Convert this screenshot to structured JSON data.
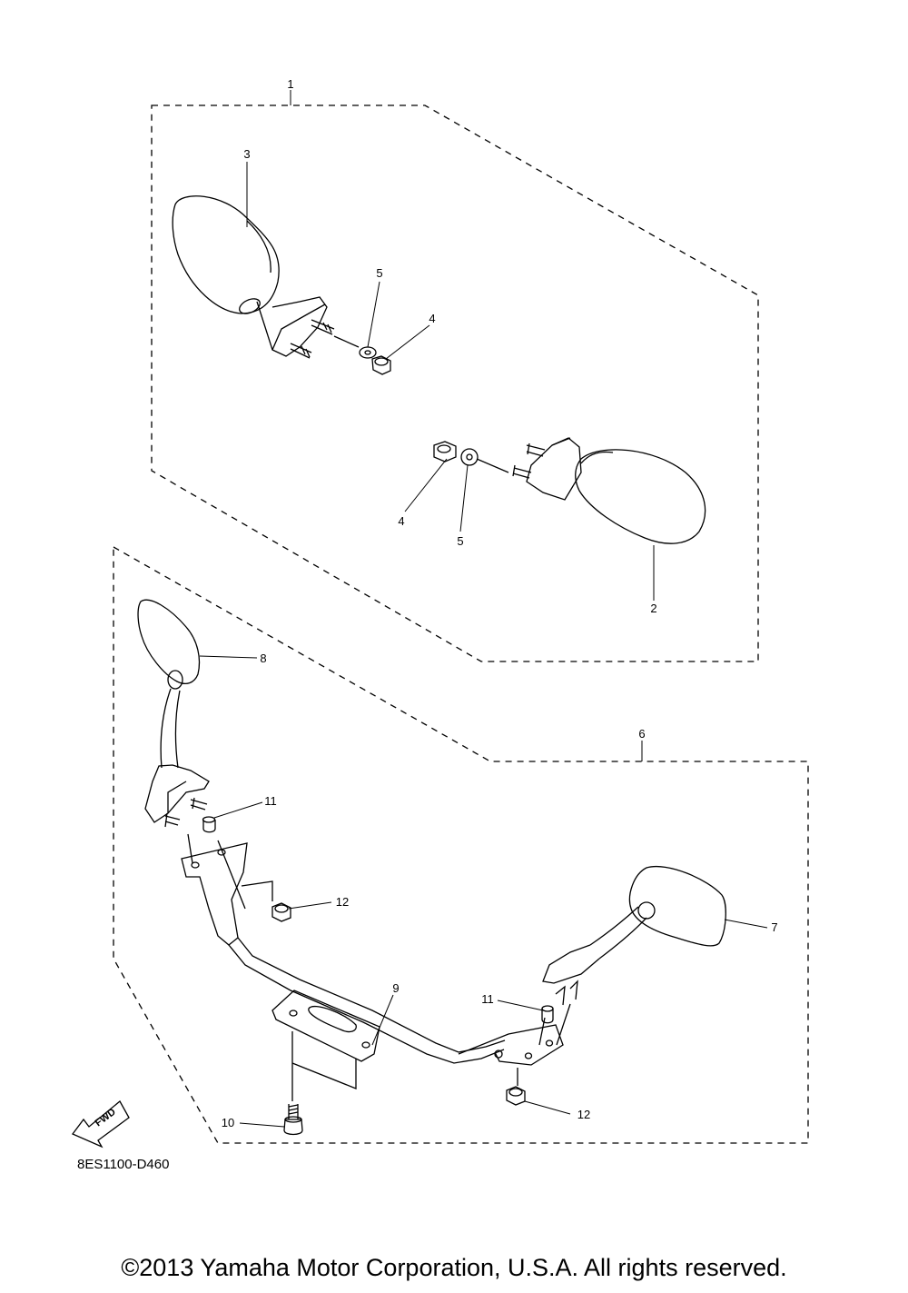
{
  "callouts": {
    "c1": "1",
    "c2": "2",
    "c3": "3",
    "c4a": "4",
    "c4b": "4",
    "c5a": "5",
    "c5b": "5",
    "c6": "6",
    "c7": "7",
    "c8": "8",
    "c9": "9",
    "c10": "10",
    "c11a": "11",
    "c11b": "11",
    "c12a": "12",
    "c12b": "12"
  },
  "fwd_badge": "FWD",
  "drawing_code": "8ES1100-D460",
  "copyright": "©2013 Yamaha Motor Corporation, U.S.A. All rights reserved."
}
